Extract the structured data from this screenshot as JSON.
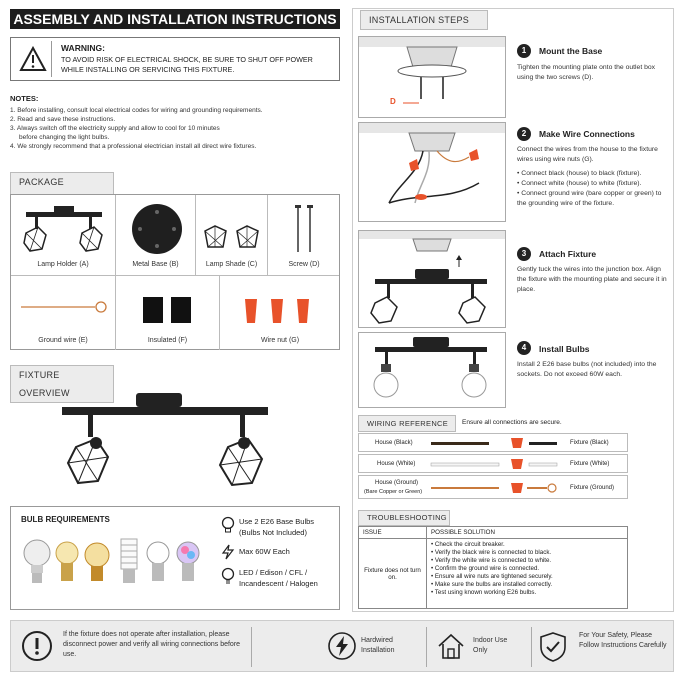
{
  "title": "ASSEMBLY AND INSTALLATION INSTRUCTIONS",
  "warning": {
    "heading": "WARNING:",
    "text": "TO AVOID RISK OF ELECTRICAL SHOCK, BE SURE TO SHUT OFF POWER WHILE INSTALLING OR SERVICING THIS FIXTURE."
  },
  "notes": {
    "heading": "NOTES:",
    "items": [
      "1. Before installing, consult local electrical codes for wiring and grounding requirements.",
      "2. Read and save these instructions.",
      "3. Always switch off the electricity supply and allow to cool for 10 minutes",
      "before changing the light bulbs.",
      "4. We strongly recommend that a professional electrician install all direct wire fixtures."
    ]
  },
  "package": {
    "heading": "PACKAGE CONTENTS",
    "items": [
      {
        "label": "Lamp Holder  (A)"
      },
      {
        "label": "Metal Base  (B)"
      },
      {
        "label": "Lamp Shade  (C)"
      },
      {
        "label": "Screw  (D)"
      },
      {
        "label": "Ground wire  (E)"
      },
      {
        "label": "Insulated  (F)"
      },
      {
        "label": "Wire nut  (G)"
      }
    ]
  },
  "overview": {
    "heading": "FIXTURE OVERVIEW"
  },
  "bulbs": {
    "heading": "BULB REQUIREMENTS",
    "req1": "Use 2 E26 Base Bulbs",
    "req1b": "(Bulbs Not Included)",
    "req2": "Max 60W Each",
    "req3": "LED / Edison / CFL /",
    "req3b": "Incandescent / Halogen"
  },
  "steps": {
    "heading": "INSTALLATION STEPS",
    "s1": {
      "num": "1",
      "title": "Mount the Base",
      "text": "Tighten the mounting plate onto the outlet box using the two screws (D).",
      "tag": "D"
    },
    "s2": {
      "num": "2",
      "title": "Make Wire Connections",
      "text": "Connect the wires from the house to the fixture wires using wire nuts (G).",
      "bullets": [
        "Connect black (house) to black (fixture).",
        "Connect white (house) to white (fixture).",
        "Connect ground wire (bare copper or green) to the grounding wire of the fixture."
      ]
    },
    "s3": {
      "num": "3",
      "title": "Attach Fixture",
      "text": "Gently tuck the wires into the junction box. Align the fixture with the mounting plate and secure it in place."
    },
    "s4": {
      "num": "4",
      "title": "Install Bulbs",
      "text": "Install 2 E26 base bulbs (not included) into the sockets. Do not exceed 60W each."
    }
  },
  "wiring": {
    "heading": "WIRING REFERENCE",
    "note": "Ensure all connections are secure.",
    "rows": [
      {
        "house": "House (Black)",
        "fixture": "Fixture (Black)"
      },
      {
        "house": "House (White)",
        "fixture": "Fixture (White)"
      },
      {
        "house": "House (Ground)",
        "house2": "(Bare Copper or Green)",
        "fixture": "Fixture (Ground)"
      }
    ]
  },
  "trouble": {
    "heading": "TROUBLESHOOTING",
    "col1": "ISSUE",
    "col2": "POSSIBLE SOLUTION",
    "issue": "Fixture does not turn on.",
    "solutions": [
      "Check the circuit breaker.",
      "Verify the black wire is connected to black.",
      "Verify the white wire is connected to white.",
      "Confirm the ground wire is connected.",
      "Ensure all wire nuts are tightened securely.",
      "Make sure the bulbs are installed correctly.",
      "Test using known working E26 bulbs."
    ]
  },
  "footer": {
    "main": "If the fixture does not operate after installation, please disconnect power and verify all wiring connections before use.",
    "f1": "Hardwired Installation",
    "f2": "Indoor Use Only",
    "f3": "For Your Safety, Please Follow Instructions Carefully"
  },
  "colors": {
    "dark": "#1d1d1d",
    "orange": "#e8522a",
    "copper": "#c97a3c"
  }
}
